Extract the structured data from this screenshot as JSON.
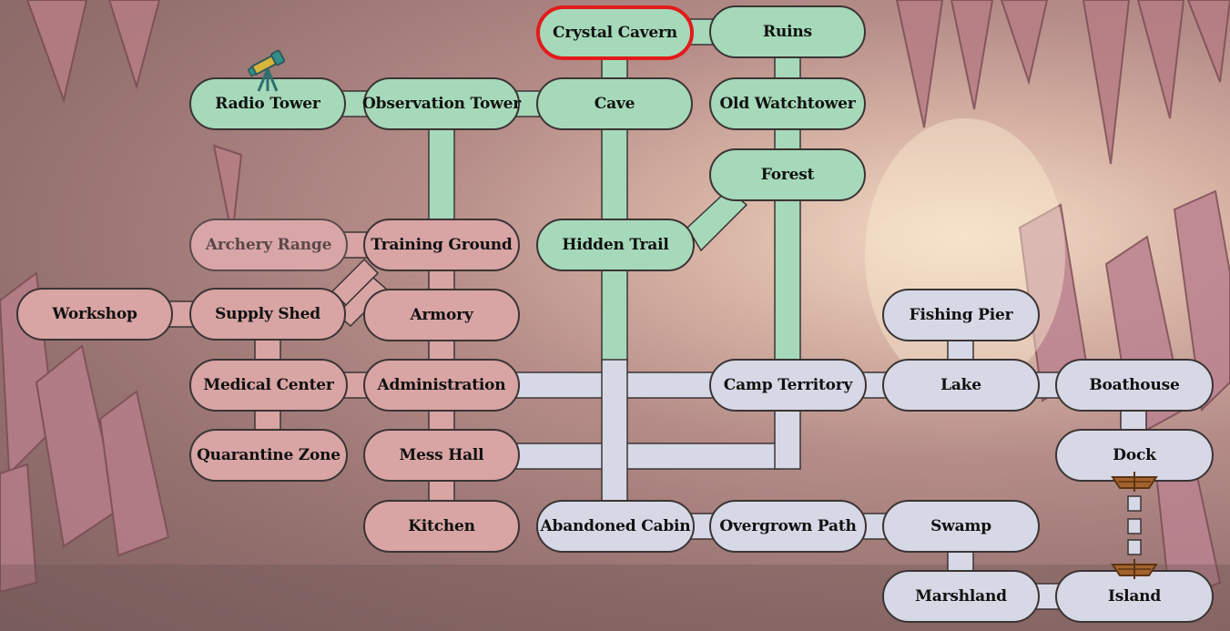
{
  "map": {
    "title": "",
    "current_location": "Crystal Cavern",
    "colors": {
      "explored": "#a5d9b9",
      "camp_area": "#d8a4a4",
      "unvisited": "#d7d8e6",
      "current_highlight": "#e21b1b"
    },
    "locations": {
      "crystal_cavern": "Crystal Cavern",
      "ruins": "Ruins",
      "radio_tower": "Radio Tower",
      "observation_tower": "Observation Tower",
      "cave": "Cave",
      "old_watchtower": "Old Watchtower",
      "forest": "Forest",
      "archery_range": "Archery Range",
      "training_ground": "Training Ground",
      "hidden_trail": "Hidden Trail",
      "workshop": "Workshop",
      "supply_shed": "Supply Shed",
      "armory": "Armory",
      "fishing_pier": "Fishing Pier",
      "medical_center": "Medical Center",
      "administration": "Administration",
      "camp_territory": "Camp Territory",
      "lake": "Lake",
      "boathouse": "Boathouse",
      "quarantine_zone": "Quarantine Zone",
      "mess_hall": "Mess Hall",
      "dock": "Dock",
      "kitchen": "Kitchen",
      "abandoned_cabin": "Abandoned Cabin",
      "overgrown_path": "Overgrown Path",
      "swamp": "Swamp",
      "marshland": "Marshland",
      "island": "Island"
    },
    "icons": {
      "telescope": "telescope-icon",
      "boat": "boat-icon"
    }
  }
}
